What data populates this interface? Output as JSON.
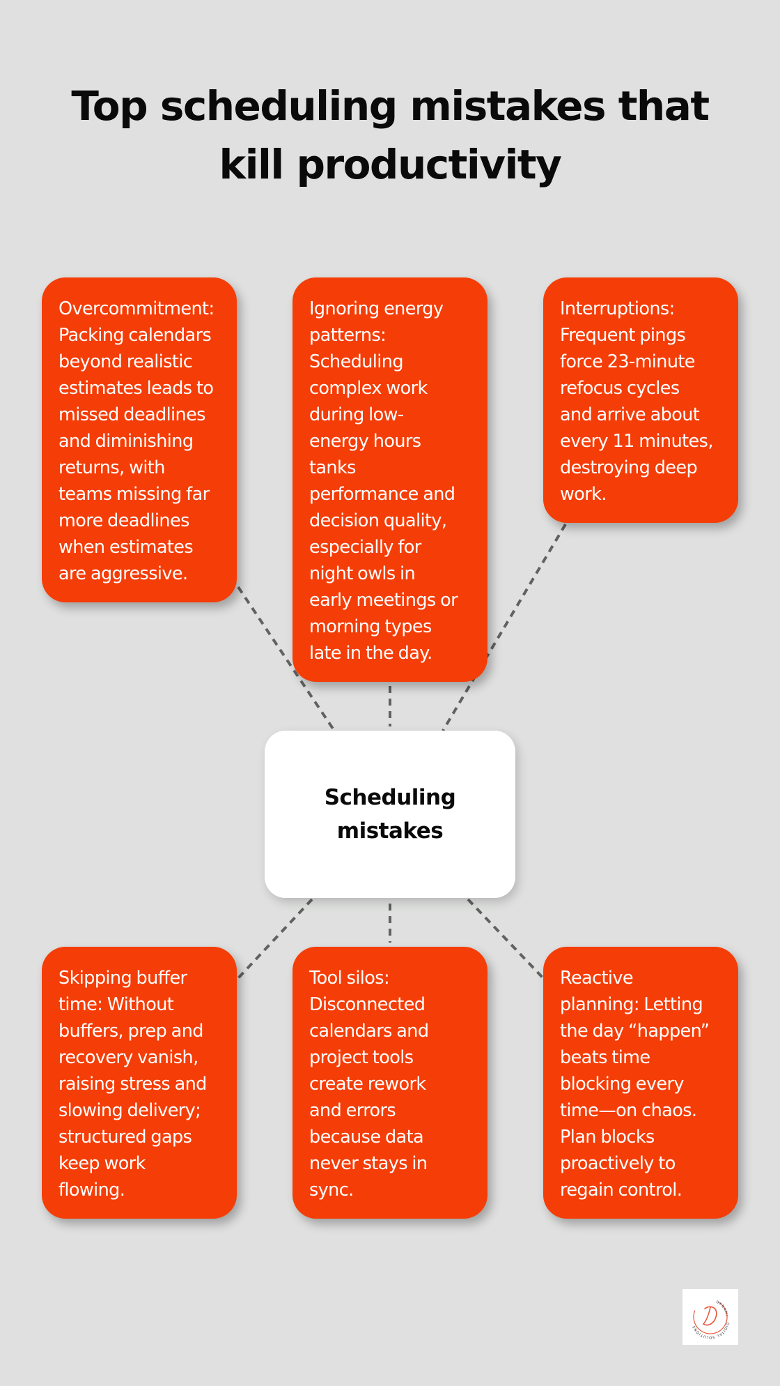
{
  "title": {
    "lines": [
      "Top scheduling mistakes that",
      "kill productivity"
    ]
  },
  "colors": {
    "background": "#dfe0df",
    "card_accent": "#f53d07",
    "center_box": "#ffffff",
    "connector": "#616161",
    "logo_accent": "#e9573a"
  },
  "center": {
    "lines": [
      "Scheduling",
      "mistakes"
    ]
  },
  "cards": [
    {
      "id": "overcommitment",
      "lines": [
        "Overcommitment:",
        "Packing calendars",
        "beyond realistic",
        "estimates leads to",
        "missed deadlines",
        "and diminishing",
        "returns, with",
        "teams missing far",
        "more deadlines",
        "when estimates",
        "are aggressive."
      ]
    },
    {
      "id": "energy-patterns",
      "lines": [
        "Ignoring energy",
        "patterns:",
        "Scheduling",
        "complex work",
        "during low-",
        "energy hours",
        "tanks",
        "performance and",
        "decision quality,",
        "especially for",
        "night owls in",
        "early meetings or",
        "morning types",
        "late in the day."
      ]
    },
    {
      "id": "interruptions",
      "lines": [
        "Interruptions:",
        "Frequent pings",
        "force 23-minute",
        "refocus cycles",
        "and arrive about",
        "every 11 minutes,",
        "destroying deep",
        "work."
      ]
    },
    {
      "id": "buffer-time",
      "lines": [
        "Skipping buffer",
        "time: Without",
        "buffers, prep and",
        "recovery vanish,",
        "raising stress and",
        "slowing delivery;",
        "structured gaps",
        "keep work",
        "flowing."
      ]
    },
    {
      "id": "tool-silos",
      "lines": [
        "Tool silos:",
        "Disconnected",
        "calendars and",
        "project tools",
        "create rework",
        "and errors",
        "because data",
        "never stays in",
        "sync."
      ]
    },
    {
      "id": "reactive-planning",
      "lines": [
        "Reactive",
        "planning: Letting",
        "the day “happen”",
        "beats time",
        "blocking every",
        "time—on chaos.",
        "Plan blocks",
        "proactively to",
        "regain control."
      ]
    }
  ],
  "logo": {
    "top_text": "DYNAMIC",
    "bottom_text": "DIGITAL SOLUTIONS",
    "monogram": "D"
  }
}
